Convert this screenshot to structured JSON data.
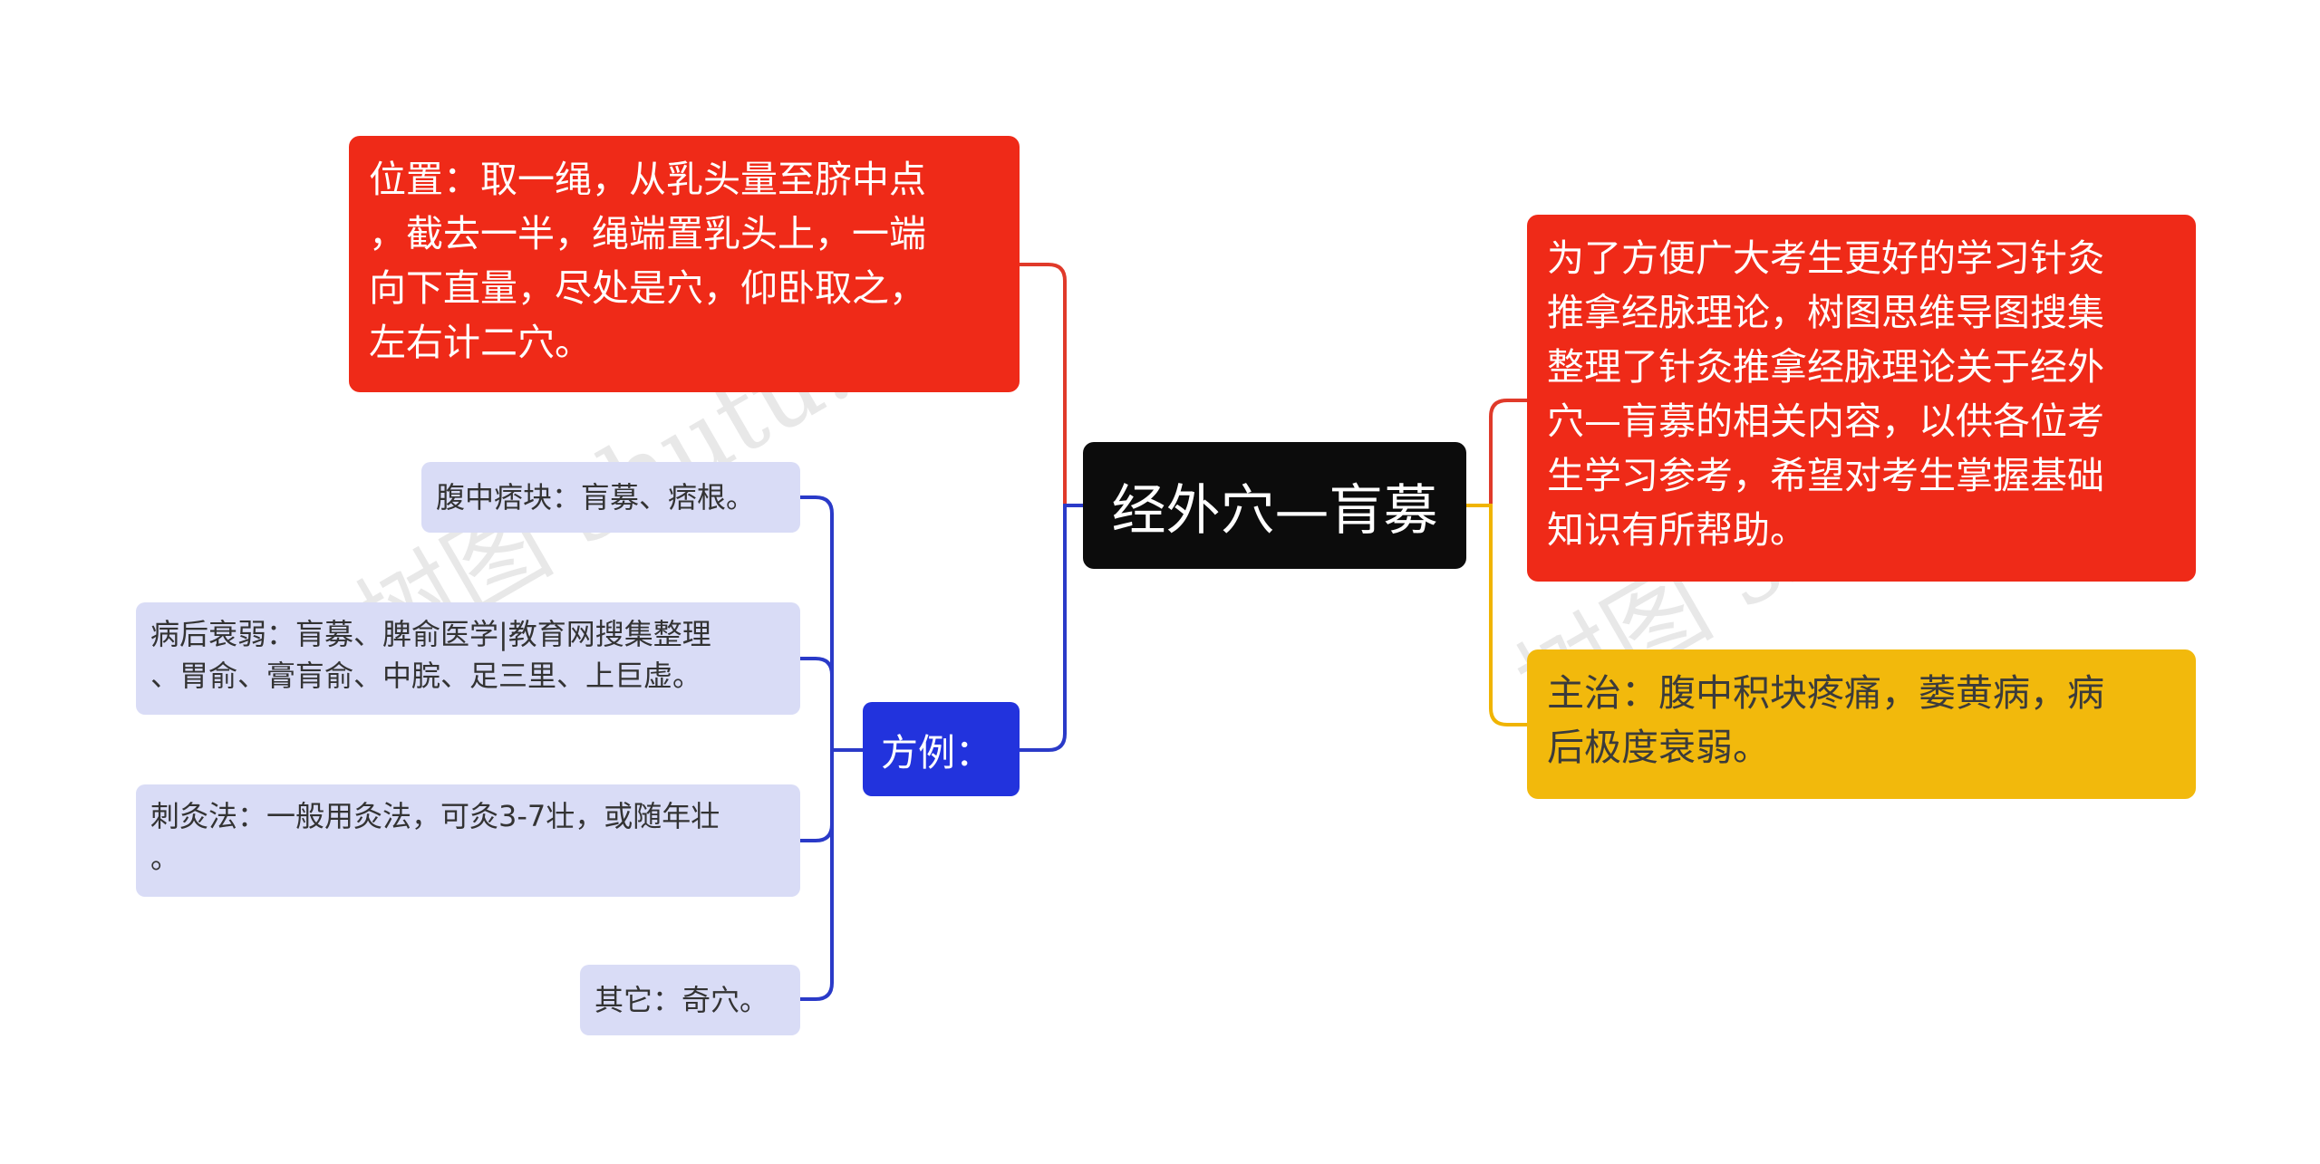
{
  "root": {
    "label": "经外穴—肓募"
  },
  "location": {
    "text": "位置：取一绳，从乳头量至脐中点\n，截去一半，绳端置乳头上，一端\n向下直量，尽处是穴，仰卧取之，\n左右计二穴。"
  },
  "intro": {
    "text": "为了方便广大考生更好的学习针灸\n推拿经脉理论，树图思维导图搜集\n整理了针灸推拿经脉理论关于经外\n穴—肓募的相关内容，以供各位考\n生学习参考，希望对考生掌握基础\n知识有所帮助。"
  },
  "indication": {
    "text": "主治：腹中积块疼痛，萎黄病，病\n后极度衰弱。"
  },
  "prescription": {
    "label": "方例：",
    "items": [
      {
        "text": "腹中痞块：肓募、痞根。"
      },
      {
        "text": "病后衰弱：肓募、脾俞医学|教育网搜集整理\n、胃俞、膏肓俞、中脘、足三里、上巨虚。"
      },
      {
        "text": "刺灸法：一般用灸法，可灸3-7壮，或随年壮\n。"
      },
      {
        "text": "其它：奇穴。"
      }
    ]
  },
  "watermarks": [
    "树图 shutu.cn",
    "树图 shutu.cn"
  ],
  "colors": {
    "root": "#0c0c0c",
    "red": "#ef2a18",
    "yellow": "#f2b90c",
    "blue": "#2233dd",
    "leaf": "#d9dcf6",
    "red_line": "#e03a2a",
    "yellow_line": "#f0b400",
    "blue_line": "#2a3ac8"
  }
}
